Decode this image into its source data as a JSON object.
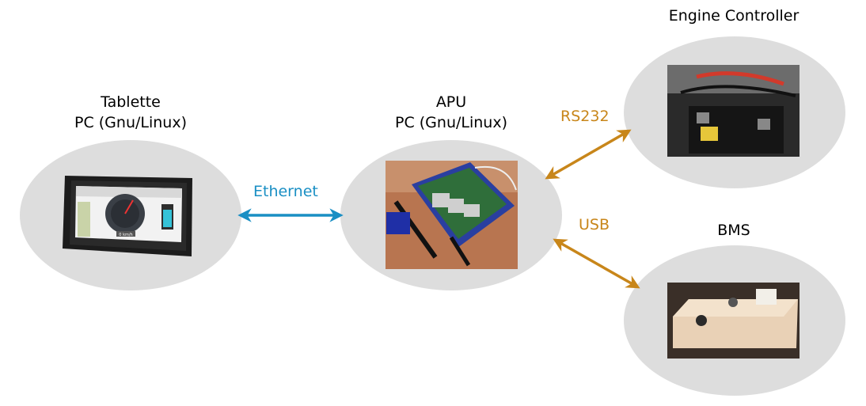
{
  "nodes": {
    "tablet": {
      "title": "Tablette",
      "subtitle": "PC (Gnu/Linux)"
    },
    "apu": {
      "title": "APU",
      "subtitle": "PC (Gnu/Linux)"
    },
    "engine": {
      "title": "Engine Controller"
    },
    "bms": {
      "title": "BMS"
    }
  },
  "links": {
    "ethernet": {
      "label": "Ethernet",
      "color": "#1a8fc4"
    },
    "rs232": {
      "label": "RS232",
      "color": "#c8861a"
    },
    "usb": {
      "label": "USB",
      "color": "#c8861a"
    }
  },
  "tablet_screen": {
    "speed_text": "0 km/h"
  },
  "colors": {
    "ellipse": "#dddddd"
  }
}
